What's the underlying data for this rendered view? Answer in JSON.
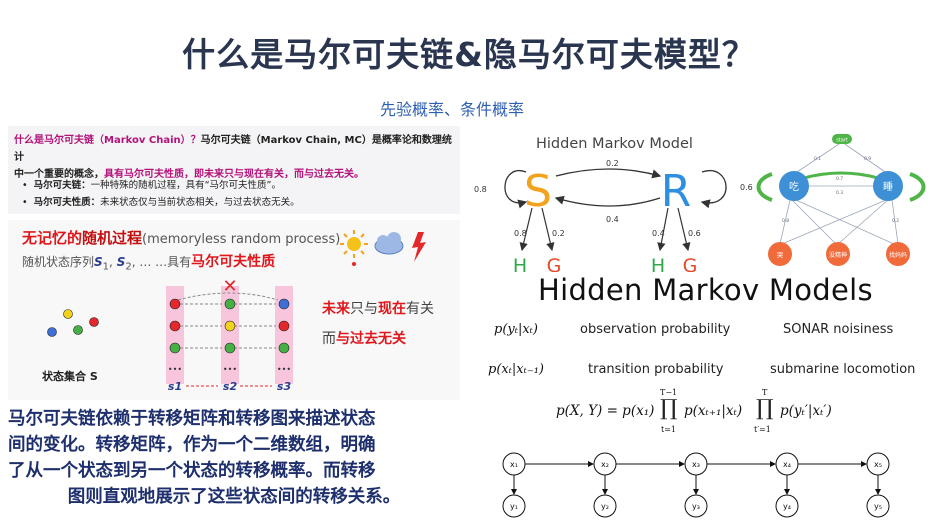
{
  "slide": {
    "title": "什么是马尔可夫链&隐马尔可夫模型？",
    "subtitle": "先验概率、条件概率"
  },
  "intro": {
    "line1_prefix": "什么是马尔可夫链（Markov Chain）？",
    "line1_rest": "马尔可夫链（Markov Chain, MC）是概率论和数理统计",
    "line2_prefix": "中一个重要的概念，",
    "line2_hl": "具有马尔可夫性质，即未来只与现在有关，而与过去无关。",
    "bullet1_b": "马尔可夫链：",
    "bullet1_t": "一种特殊的随机过程，具有“马尔可夫性质”。",
    "bullet2_b": "马尔可夫性质：",
    "bullet2_t": "未来状态仅与当前状态相关，与过去状态无关。"
  },
  "figure_left": {
    "memless_a": "无记忆的",
    "memless_b": "随机过程",
    "memless_eng": "(memoryless random process)",
    "seq_a": "随机状态序列",
    "seq_s": "S",
    "seq_sub1": "1",
    "seq_sub2": "2",
    "seq_dots": ", … …具有",
    "seq_red": "马尔可夫性质",
    "future_a": "未来",
    "future_b": "只与",
    "future_c": "现在",
    "future_d": "有关",
    "future_e": "而",
    "future_f": "与过去无关",
    "state_set": "状态集合 S",
    "chain_labels": [
      "s1",
      "s2",
      "s3"
    ],
    "cross_mark": "✕",
    "dots": "•••"
  },
  "paragraph": {
    "line1": "马尔可夫链依赖于转移矩阵和转移图来描述状态",
    "line2": "间的变化。转移矩阵，作为一个二维数组，明确",
    "line3": "了从一个状态到另一个状态的转移概率。而转移",
    "line4": "图则直观地展示了这些状态间的转移关系。"
  },
  "hmm_small": {
    "title": "Hidden Markov Model",
    "state_s": "S",
    "state_r": "R",
    "p_s_self": "0.8",
    "p_r_self": "0.6",
    "p_sr": "0.2",
    "p_rs": "0.4",
    "emit_sh": "0.8",
    "emit_sg": "0.2",
    "emit_rh": "0.4",
    "emit_rg": "0.6",
    "obs_h": "H",
    "obs_g": "G"
  },
  "network": {
    "start": "start",
    "node_a": "吃",
    "node_b": "睡",
    "obs1": "哭",
    "obs2": "没精神",
    "obs3": "找妈妈",
    "p1": "0.1",
    "p2": "0.9",
    "p3": "0.7",
    "p4": "0.3",
    "p5": "0.8",
    "p6": "0.2"
  },
  "hmm_big": {
    "title": "Hidden Markov Models",
    "row1_eq": "p(yₜ|xₜ)",
    "row1_name": "observation probability",
    "row1_example": "SONAR noisiness",
    "row2_eq": "p(xₜ|xₜ₋₁)",
    "row2_name": "transition probability",
    "row2_example": "submarine locomotion",
    "joint_lhs": "p(X, Y) = p(x₁)",
    "prod1_top": "T−1",
    "prod1_bot": "t=1",
    "prod1_term": "p(xₜ₊₁|xₜ)",
    "prod2_top": "T",
    "prod2_bot": "t′=1",
    "prod2_term": "p(yₜ′|xₜ′)",
    "x_nodes": [
      "x₁",
      "x₂",
      "x₃",
      "x₄",
      "x₅"
    ],
    "y_nodes": [
      "y₁",
      "y₂",
      "y₃",
      "y₄",
      "y₅"
    ]
  },
  "colors": {
    "title": "#2a3550",
    "subtitle": "#2f5fb0",
    "accent_red": "#e0161b",
    "accent_magenta": "#b3127a",
    "paragraph": "#1e2f6d",
    "state_s": "#f2a21c",
    "state_r": "#2e8fe0",
    "obs_h": "#2ea84a",
    "obs_g": "#e24a2a",
    "net_blue": "#3d8fd6",
    "net_orange": "#f06a3a",
    "net_green": "#4fb548"
  }
}
